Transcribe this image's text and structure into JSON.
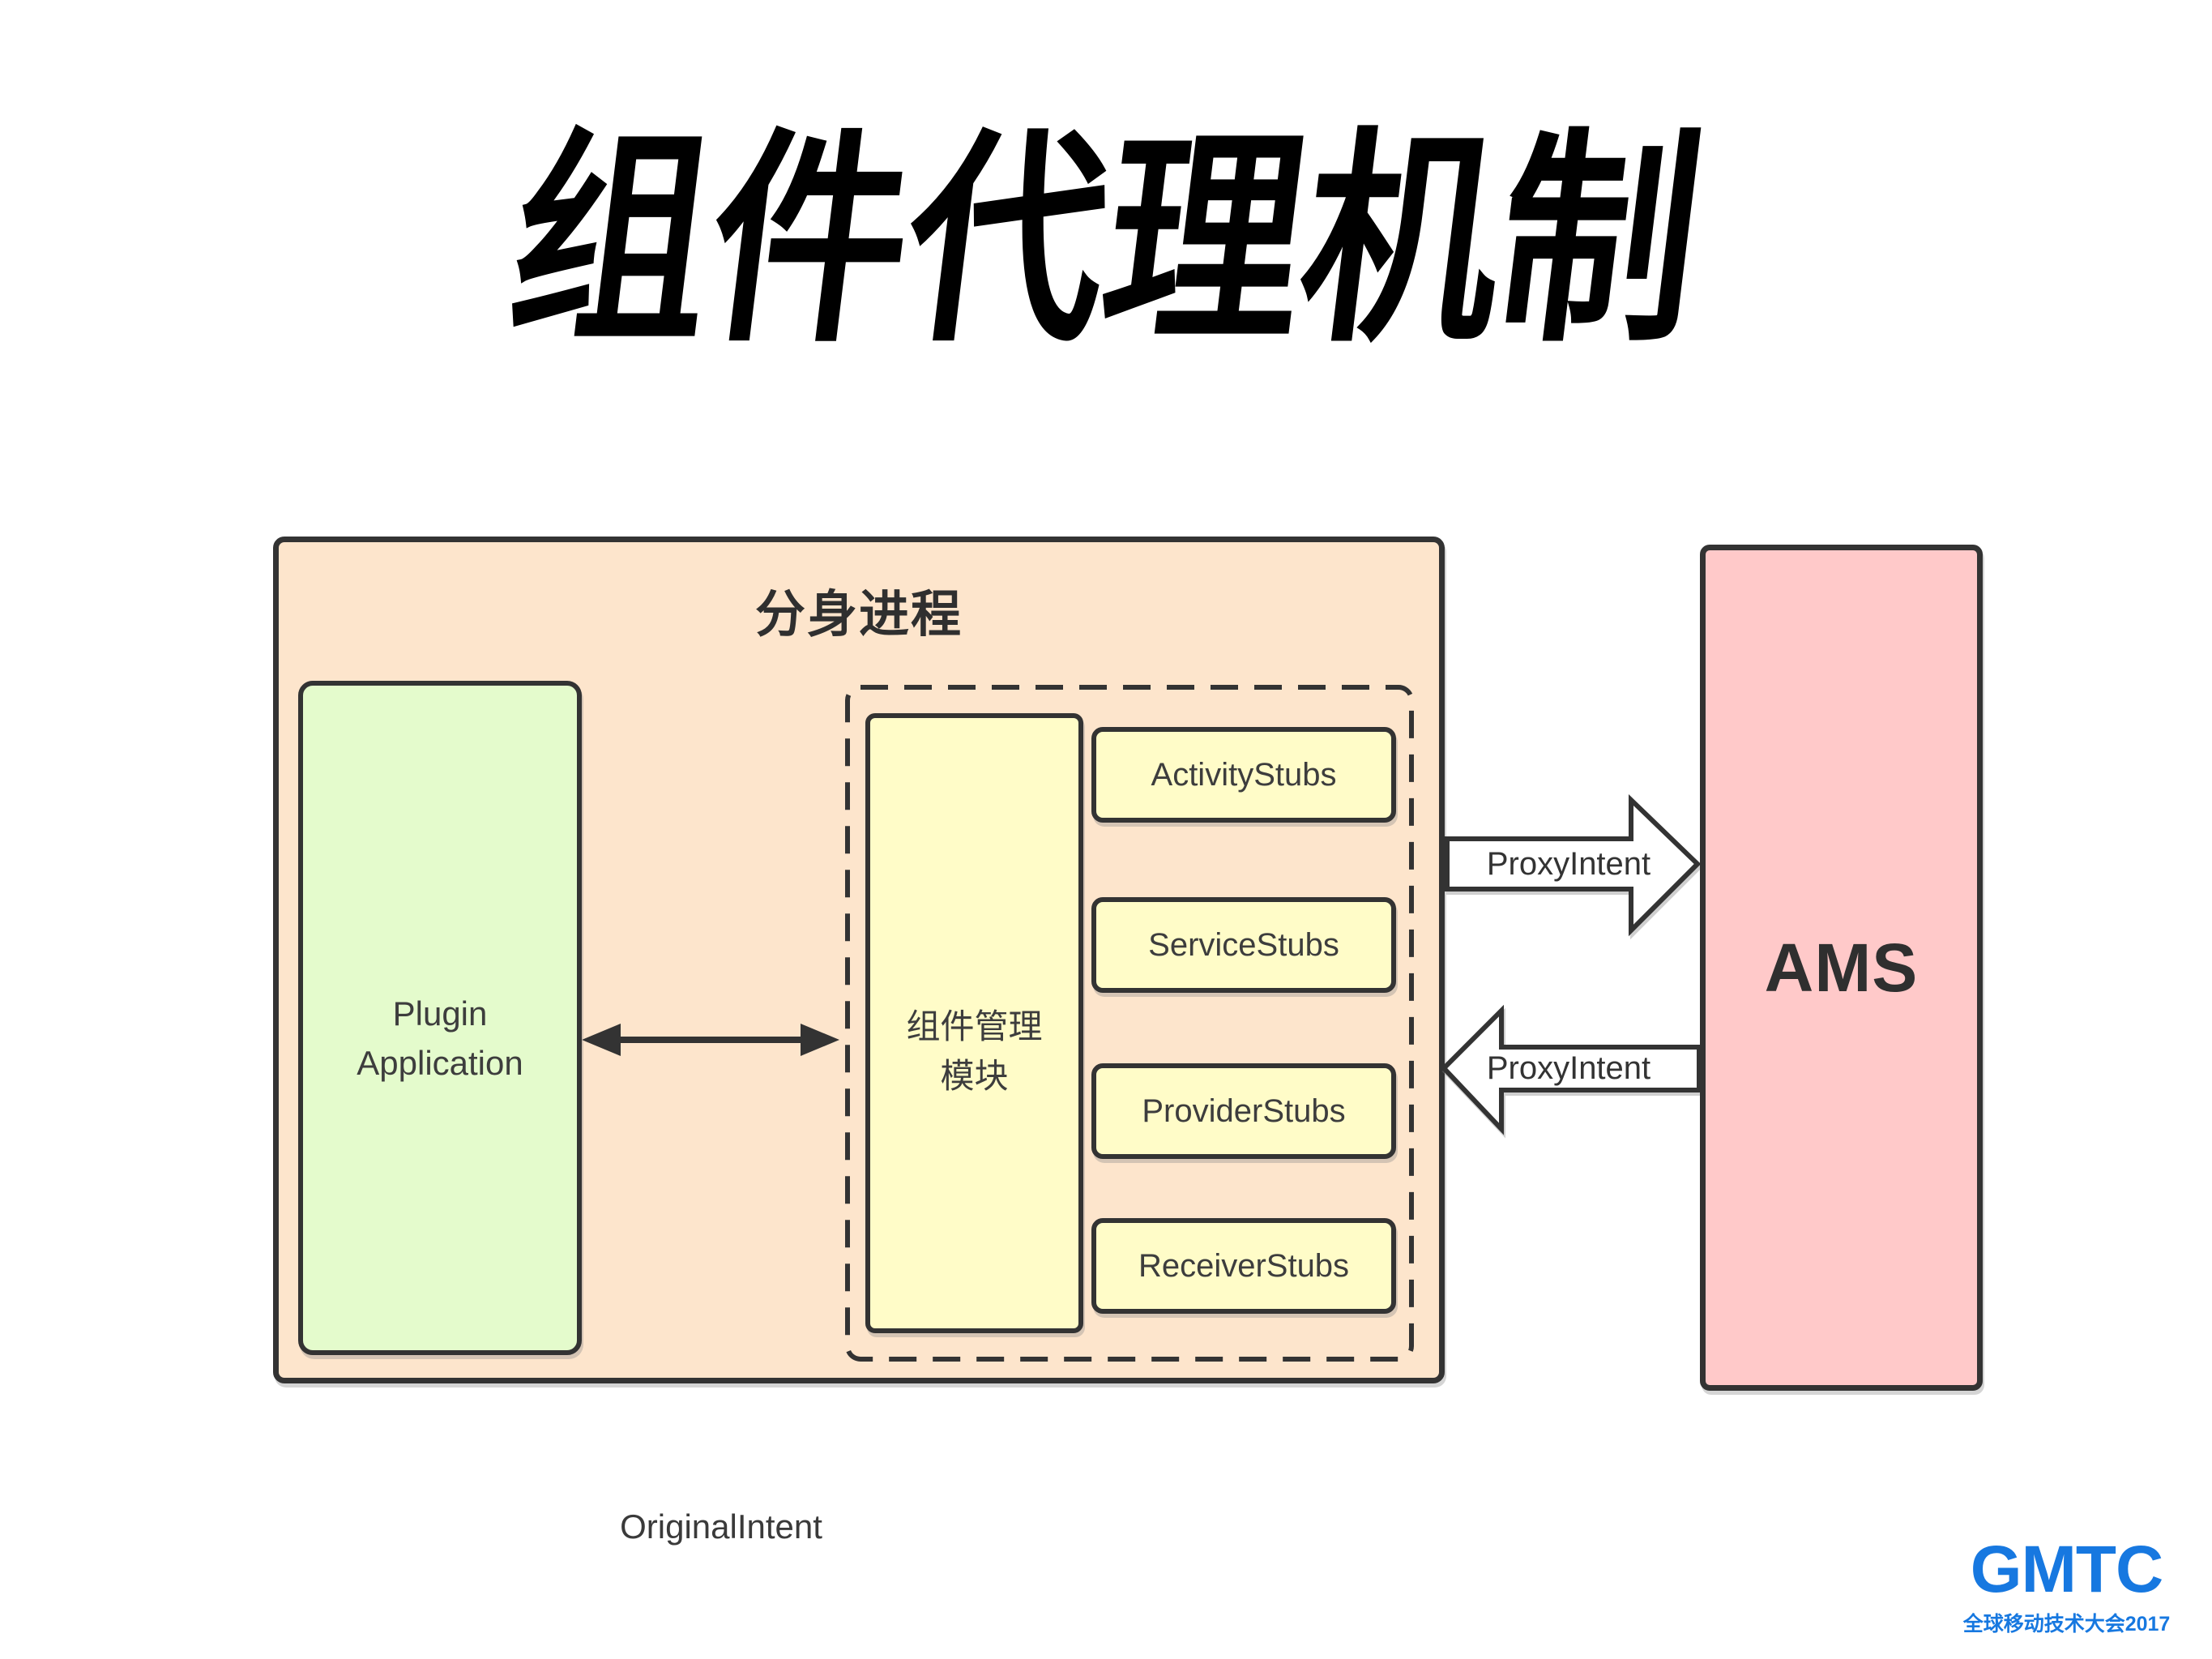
{
  "slide": {
    "title": "组件代理机制",
    "caption": "OriginalIntent"
  },
  "diagram": {
    "clone_process_container": {
      "label": "分身进程",
      "fill_color": "#FDE5CC",
      "border_color": "#333333"
    },
    "plugin_application_box": {
      "label": "Plugin\nApplication",
      "fill_color": "#E4FBCC"
    },
    "component_manager_box": {
      "label": "组件管理\n模块",
      "fill_color": "#FFFCC8"
    },
    "stub_boxes": [
      {
        "label": "ActivityStubs",
        "fill_color": "#FFFCC8"
      },
      {
        "label": "ServiceStubs",
        "fill_color": "#FFFCC8"
      },
      {
        "label": "ProviderStubs",
        "fill_color": "#FFFCC8"
      },
      {
        "label": "ReceiverStubs",
        "fill_color": "#FFFCC8"
      }
    ],
    "ams_box": {
      "label": "AMS",
      "fill_color": "#FFC9C9"
    },
    "arrow_to_ams": {
      "label": "ProxyIntent",
      "direction": "right"
    },
    "arrow_from_ams": {
      "label": "ProxyIntent",
      "direction": "left"
    }
  },
  "footer": {
    "logo_text": "GMTC",
    "logo_tagline": "全球移动技术大会2017",
    "logo_color": "#1778E0"
  }
}
